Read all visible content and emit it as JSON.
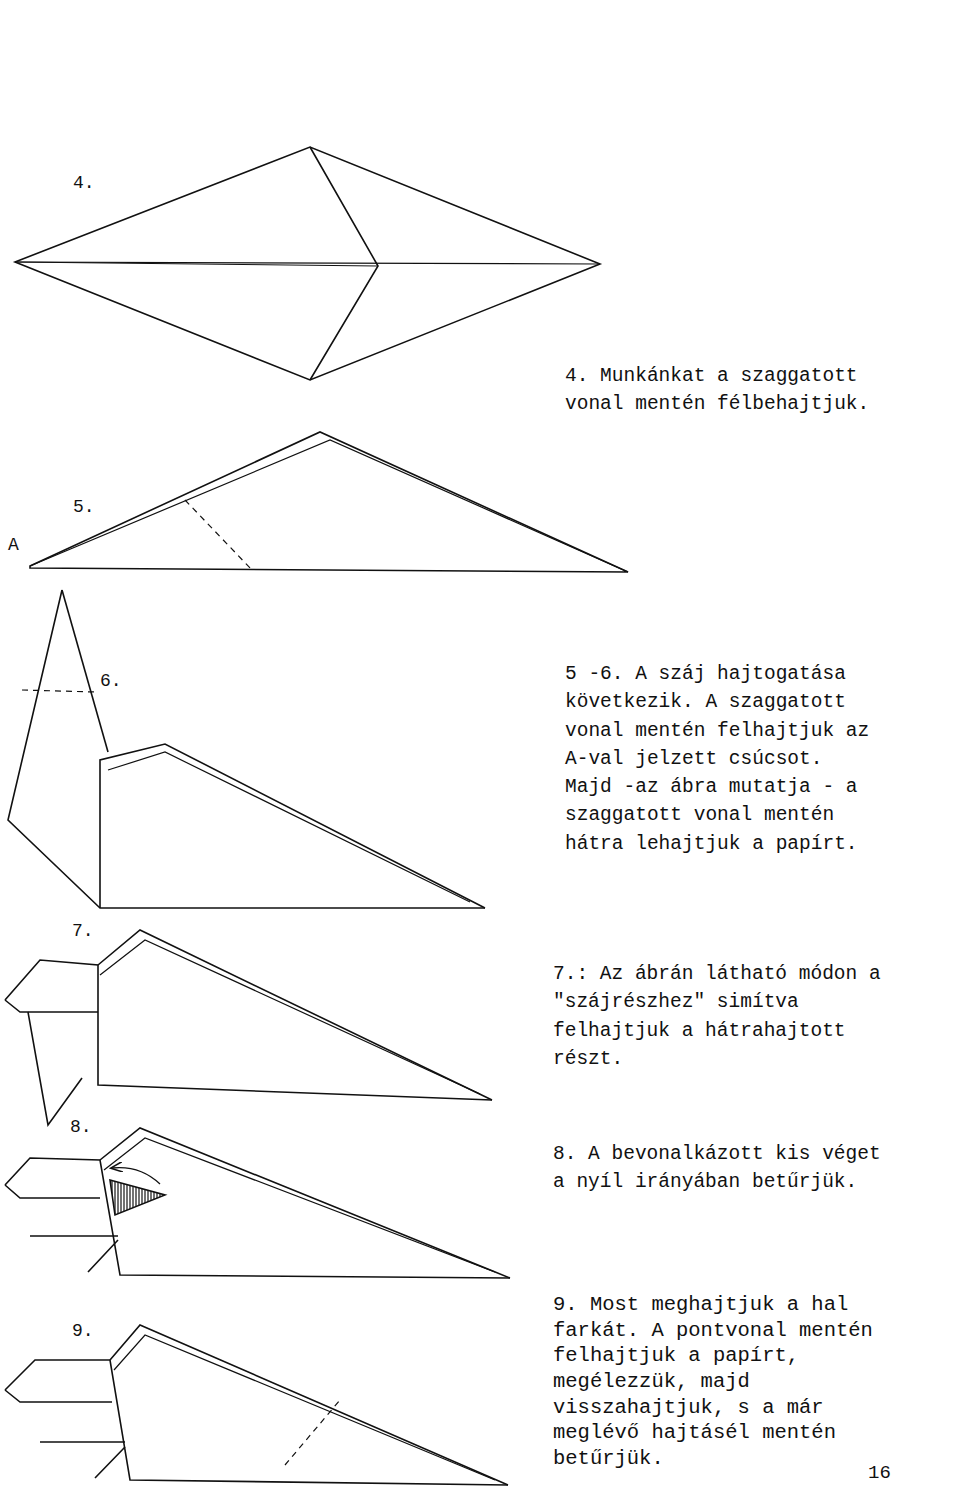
{
  "diagram": {
    "labels": [
      "4.",
      "4. Munkánkat a szaggatott vonal mentén félbehajtjuk.",
      "5.",
      "A",
      "6.",
      "5 -6. A száj hajtogatása következik. A szaggatott vonal mentén felhajtjuk az A-val jelzett csúcsot. Majd -az ábra mutatja - a szaggatott vonal mentén hátra lehajtjuk a papírt.",
      "7.",
      "7.: Az ábrán látható módon a \"szájrészhez\" simítva felhajtjuk a hátrahajtott részt.",
      "8.",
      "8. A bevonalkázott kis véget a nyíl irányában betűrjük.",
      "9.",
      "9. Most meghajtjuk a hal farkát. A pontvonal mentén felhajtjuk a papírt, megélezzük, majd visszahajtjuk, s a már meglévő hajtásél mentén betűrjük.",
      "16"
    ]
  }
}
